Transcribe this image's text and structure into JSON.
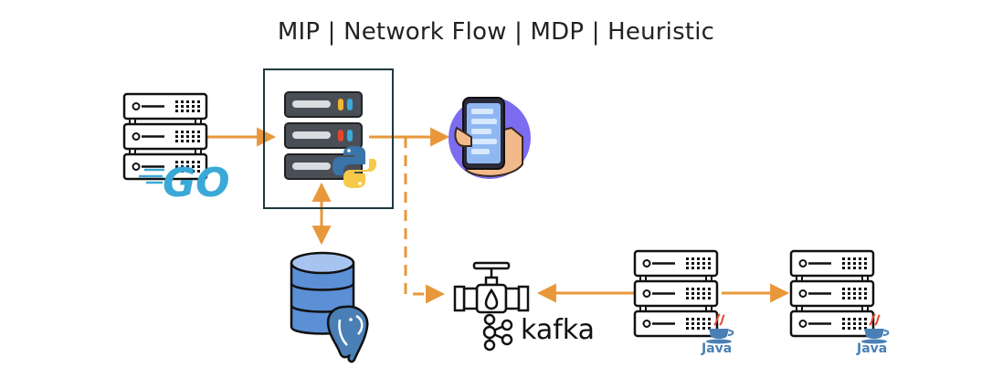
{
  "title": "MIP | Network Flow | MDP | Heuristic",
  "nodes": {
    "go_server": {
      "label": "GO",
      "icon": "server-rack-icon",
      "logo": "go-logo"
    },
    "python_server": {
      "icon": "server-rack-icon",
      "logo": "python-logo"
    },
    "mobile_client": {
      "icon": "phone-in-hand-icon"
    },
    "postgres_db": {
      "icon": "database-icon",
      "logo": "postgresql-elephant-logo"
    },
    "kafka": {
      "label": "kafka",
      "icon": "valve-pipe-icon",
      "logo": "kafka-logo"
    },
    "java_server_1": {
      "label": "Java",
      "icon": "server-rack-icon",
      "logo": "java-cup-logo"
    },
    "java_server_2": {
      "label": "Java",
      "icon": "server-rack-icon",
      "logo": "java-cup-logo"
    }
  },
  "colors": {
    "arrow": "#e8973a",
    "highlight_box": "#1c3a3f",
    "go_blue": "#3aa9d8",
    "python_blue": "#3b74a8",
    "python_yellow": "#f7c948",
    "db_blue": "#5b8fd6",
    "phone_purple": "#7b6cf0",
    "java_blue": "#4a7fb5",
    "java_red": "#e3472c"
  }
}
